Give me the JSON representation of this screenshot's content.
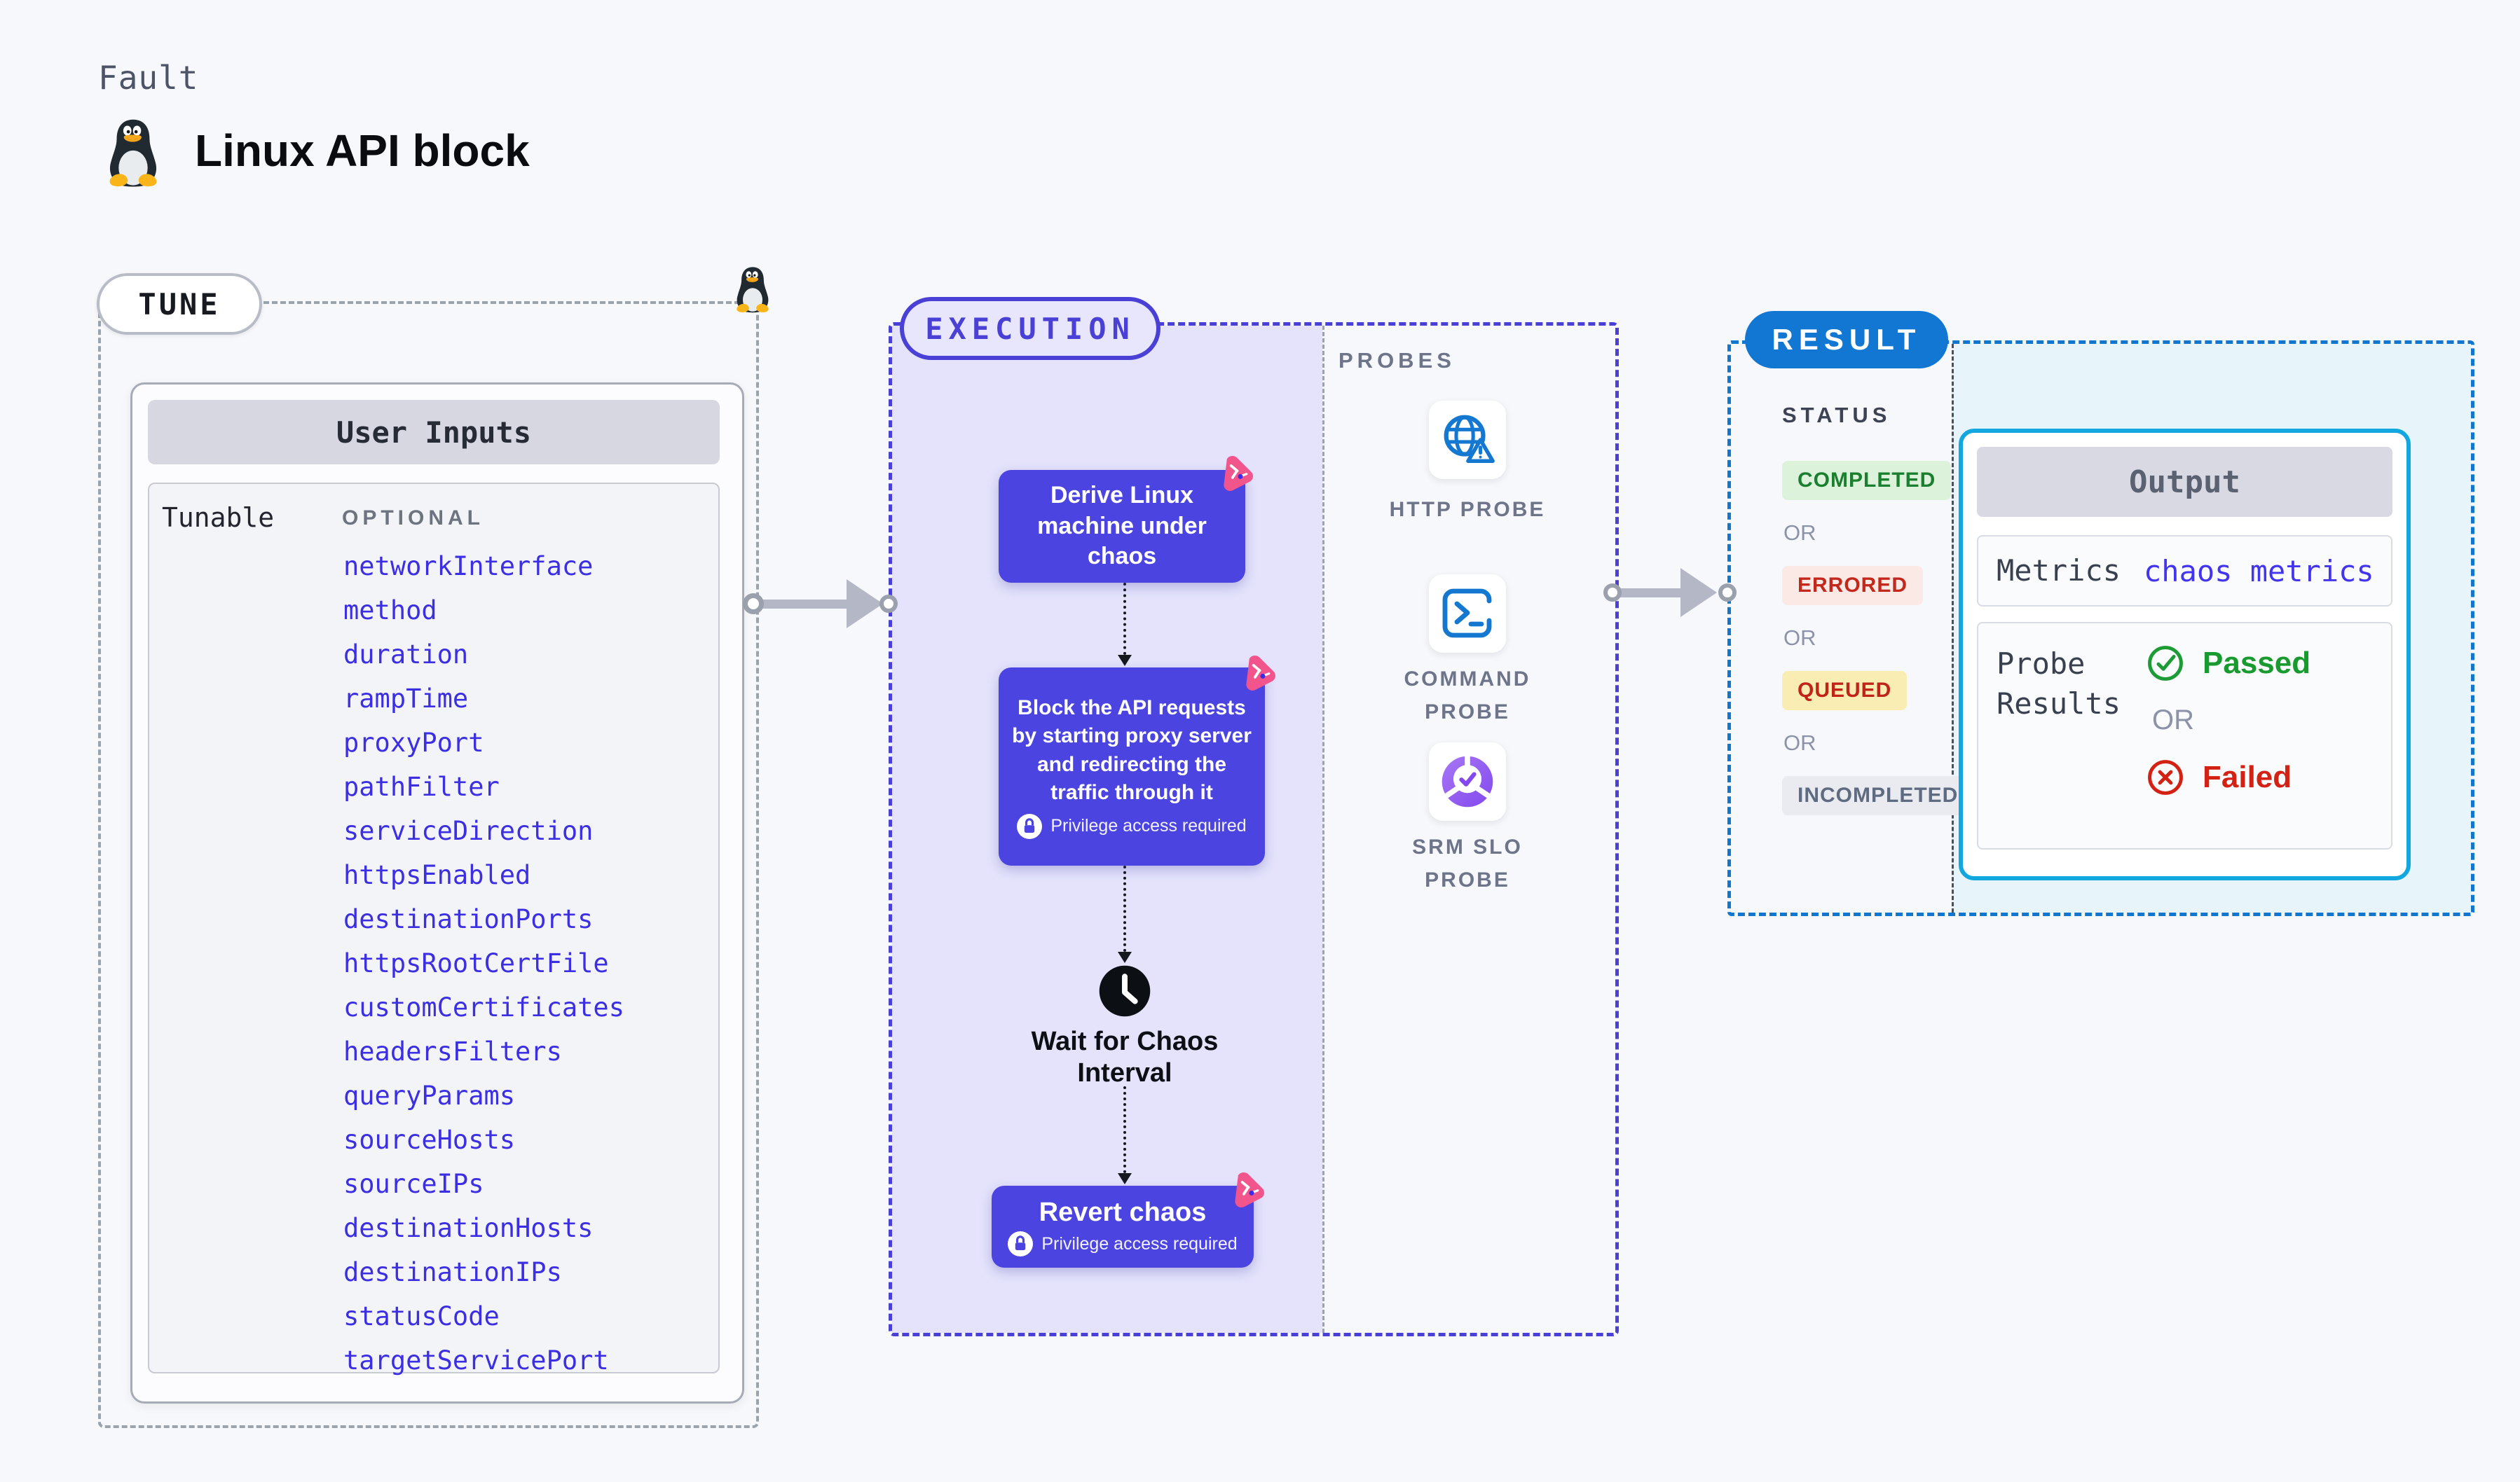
{
  "header": {
    "eyebrow": "Fault",
    "title": "Linux API block",
    "icon": "tux-penguin-icon"
  },
  "tune": {
    "pill": "TUNE",
    "card_title": "User Inputs",
    "row_label": "Tunable",
    "col_label": "OPTIONAL",
    "params": [
      "networkInterface",
      "method",
      "duration",
      "rampTime",
      "proxyPort",
      "pathFilter",
      "serviceDirection",
      "httpsEnabled",
      "destinationPorts",
      "httpsRootCertFile",
      "customCertificates",
      "headersFilters",
      "queryParams",
      "sourceHosts",
      "sourceIPs",
      "destinationHosts",
      "destinationIPs",
      "statusCode",
      "targetServicePort"
    ]
  },
  "execution": {
    "pill": "EXECUTION",
    "nodes": [
      {
        "text": "Derive Linux machine under chaos"
      },
      {
        "text": "Block the API requests by starting proxy server and redirecting the traffic through it"
      },
      {
        "text": "Revert chaos"
      }
    ],
    "privilege_label": "Privilege access required",
    "wait_label": "Wait for Chaos Interval"
  },
  "probes": {
    "heading": "PROBES",
    "items": [
      {
        "label": "HTTP PROBE",
        "icon": "globe-warning-icon"
      },
      {
        "label": "COMMAND PROBE",
        "icon": "terminal-icon"
      },
      {
        "label": "SRM SLO PROBE",
        "icon": "slo-donut-check-icon"
      }
    ]
  },
  "result": {
    "pill": "RESULT",
    "status_heading": "STATUS",
    "or": "OR",
    "statuses": [
      {
        "label": "COMPLETED",
        "fg": "#1a8030",
        "bg": "#ddf2db"
      },
      {
        "label": "ERRORED",
        "fg": "#c3281c",
        "bg": "#fbe9e6"
      },
      {
        "label": "QUEUED",
        "fg": "#c02418",
        "bg": "#faedb3"
      },
      {
        "label": "INCOMPLETED",
        "fg": "#5e6b81",
        "bg": "#e9ebf1"
      }
    ],
    "output": {
      "title": "Output",
      "metrics_label": "Metrics",
      "metrics_value": "chaos metrics",
      "probe_results_label": "Probe Results",
      "passed_label": "Passed",
      "failed_label": "Failed"
    }
  },
  "colors": {
    "accent_indigo": "#4c44e0",
    "execution_border": "#4a40d6",
    "link_blue": "#3c2fe3",
    "result_blue": "#1277d2",
    "output_border": "#13a7e0",
    "chaos_pink": "#f2548c",
    "probe_blue": "#1478d1",
    "passed_green": "#189a2e",
    "failed_red": "#d32114",
    "queued_yellow_bg": "#faedb3",
    "page_bg": "#f7f8fb"
  }
}
